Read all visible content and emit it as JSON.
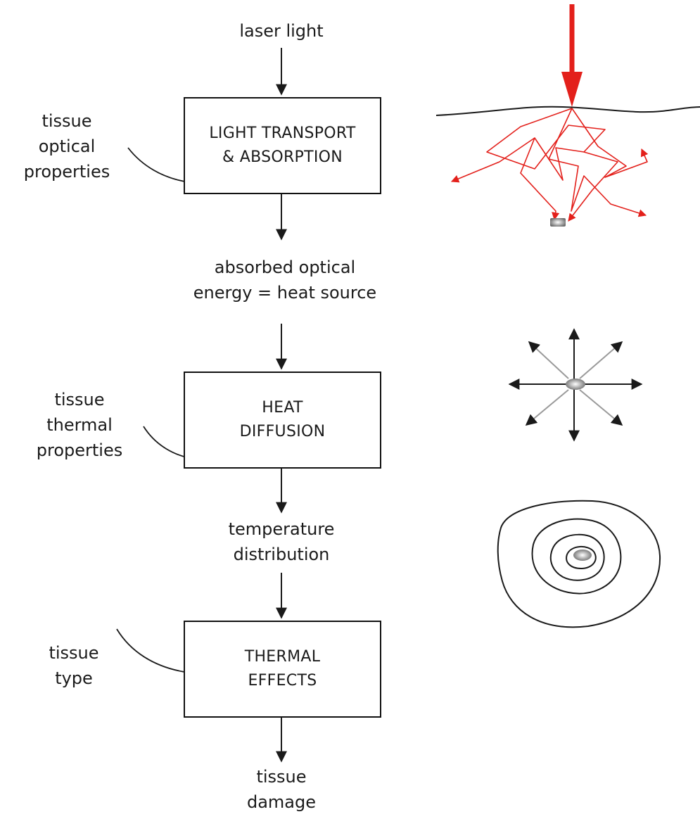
{
  "flow": {
    "input": "laser light",
    "box1": [
      "LIGHT TRANSPORT",
      "& ABSORPTION"
    ],
    "mid1": [
      "absorbed optical",
      "energy = heat source"
    ],
    "box2": [
      "HEAT",
      "DIFFUSION"
    ],
    "mid2": [
      "temperature",
      "distribution"
    ],
    "box3": [
      "THERMAL",
      "EFFECTS"
    ],
    "output": [
      "tissue",
      "damage"
    ]
  },
  "side_inputs": {
    "optical": [
      "tissue",
      "optical",
      "properties"
    ],
    "thermal": [
      "tissue",
      "thermal",
      "properties"
    ],
    "type": [
      "tissue",
      "type"
    ]
  },
  "colors": {
    "laser": "#e3201b",
    "line": "#1a1a1a",
    "source": "#808080"
  },
  "icons": {
    "laser_scattering": "laser-scatter-icon",
    "heat_diffusion": "radial-arrows-icon",
    "temperature_contours": "isotherm-contours-icon"
  }
}
